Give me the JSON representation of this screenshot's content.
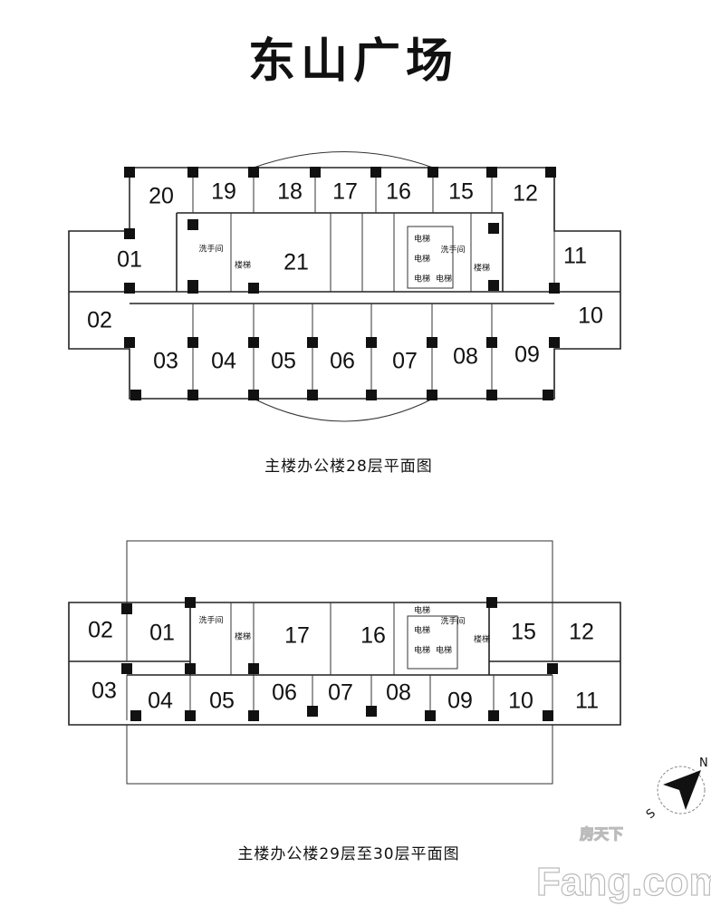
{
  "title": "东山广场",
  "plan28": {
    "caption": "主楼办公楼28层平面图",
    "rooms": [
      "20",
      "19",
      "18",
      "17",
      "16",
      "15",
      "12",
      "01",
      "21",
      "11",
      "02",
      "10",
      "03",
      "04",
      "05",
      "06",
      "07",
      "08",
      "09"
    ],
    "core_labels": [
      "洗手间",
      "楼梯",
      "电梯",
      "电梯",
      "电梯",
      "电梯",
      "洗手间",
      "楼梯"
    ]
  },
  "plan29": {
    "caption": "主楼办公楼29层至30层平面图",
    "rooms": [
      "02",
      "01",
      "17",
      "16",
      "15",
      "12",
      "03",
      "04",
      "05",
      "06",
      "07",
      "08",
      "09",
      "10",
      "11"
    ],
    "core_labels": [
      "洗手间",
      "楼梯",
      "电梯",
      "电梯",
      "电梯",
      "电梯",
      "洗手间",
      "楼梯"
    ]
  },
  "compass": {
    "north": "N",
    "south": "S"
  },
  "watermark": {
    "brand": "Fang.com",
    "chinese": "房天下"
  }
}
